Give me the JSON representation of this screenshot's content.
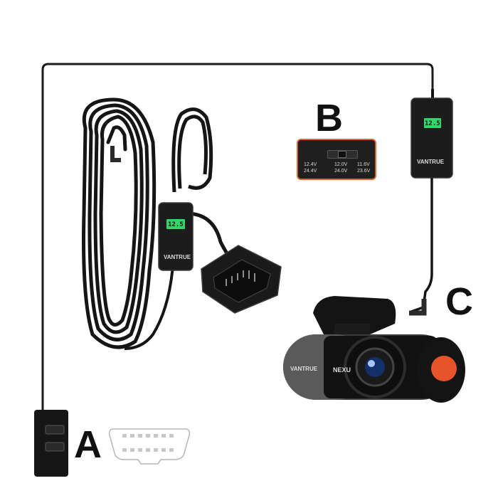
{
  "labels": {
    "a": "A",
    "b": "B",
    "c": "C"
  },
  "voltage_switch": {
    "options": [
      {
        "line1": "12.4V",
        "line2": "24.4V"
      },
      {
        "line1": "12.0V",
        "line2": "24.0V"
      },
      {
        "line1": "11.6V",
        "line2": "23.6V"
      }
    ]
  },
  "brand": "VANTRUE",
  "camera_model": "NEXU",
  "display_reading": "12.5",
  "colors": {
    "background": "#ffffff",
    "cable": "#161616",
    "lcd": "#35d46a",
    "switch_border": "#e0622e",
    "camera_button": "#e8542a"
  }
}
